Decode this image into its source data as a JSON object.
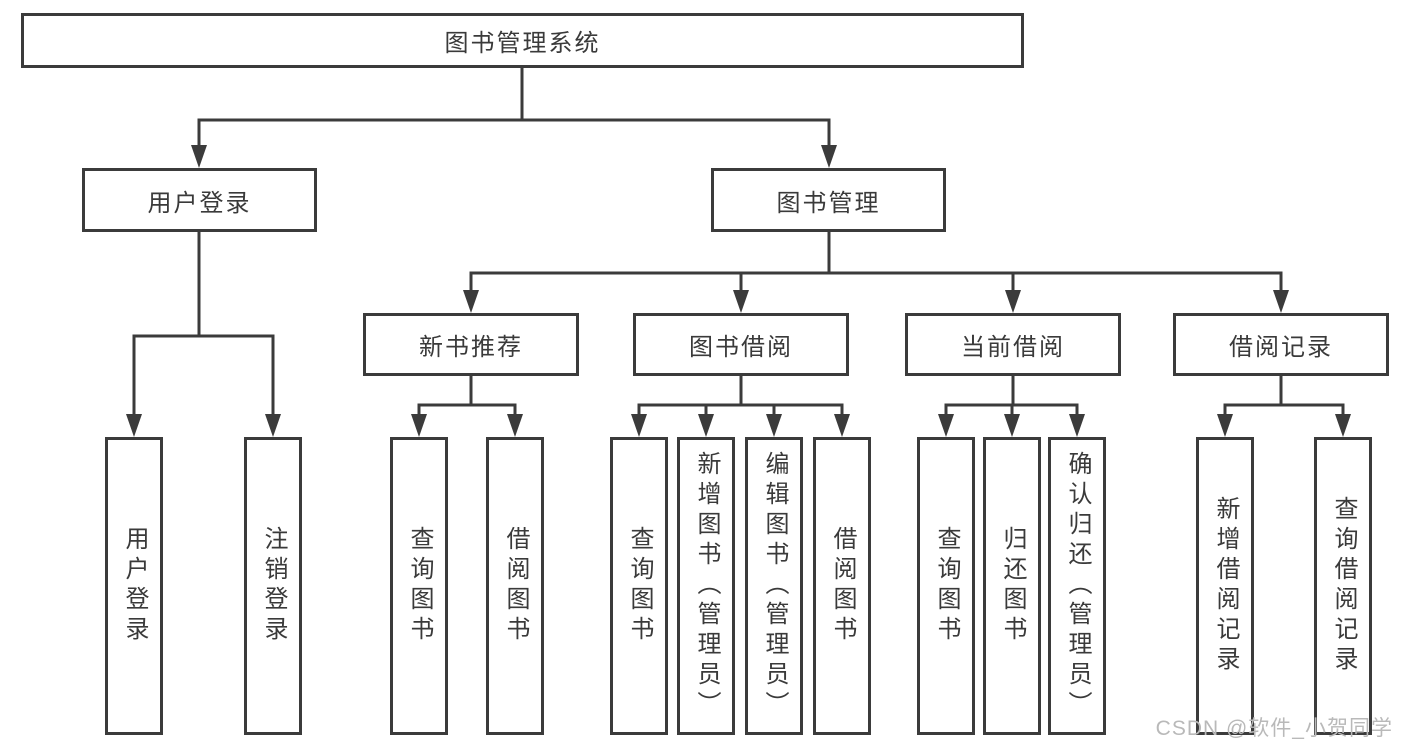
{
  "root": {
    "label": "图书管理系统"
  },
  "branches": {
    "user": {
      "label": "用户登录",
      "children": [
        "用户登录",
        "注销登录"
      ]
    },
    "book": {
      "label": "图书管理",
      "sections": [
        {
          "label": "新书推荐",
          "children": [
            "查询图书",
            "借阅图书"
          ]
        },
        {
          "label": "图书借阅",
          "children": [
            "查询图书",
            "新增图书（管理员）",
            "编辑图书（管理员）",
            "借阅图书"
          ]
        },
        {
          "label": "当前借阅",
          "children": [
            "查询图书",
            "归还图书",
            "确认归还（管理员）"
          ]
        },
        {
          "label": "借阅记录",
          "children": [
            "新增借阅记录",
            "查询借阅记录"
          ]
        }
      ]
    }
  },
  "watermark": {
    "text": "CSDN @软件_小贺同学"
  },
  "colors": {
    "line": "#3b3b3b",
    "text": "#3a3a3a",
    "watermark": "#b9b9b9",
    "background": "#ffffff"
  }
}
